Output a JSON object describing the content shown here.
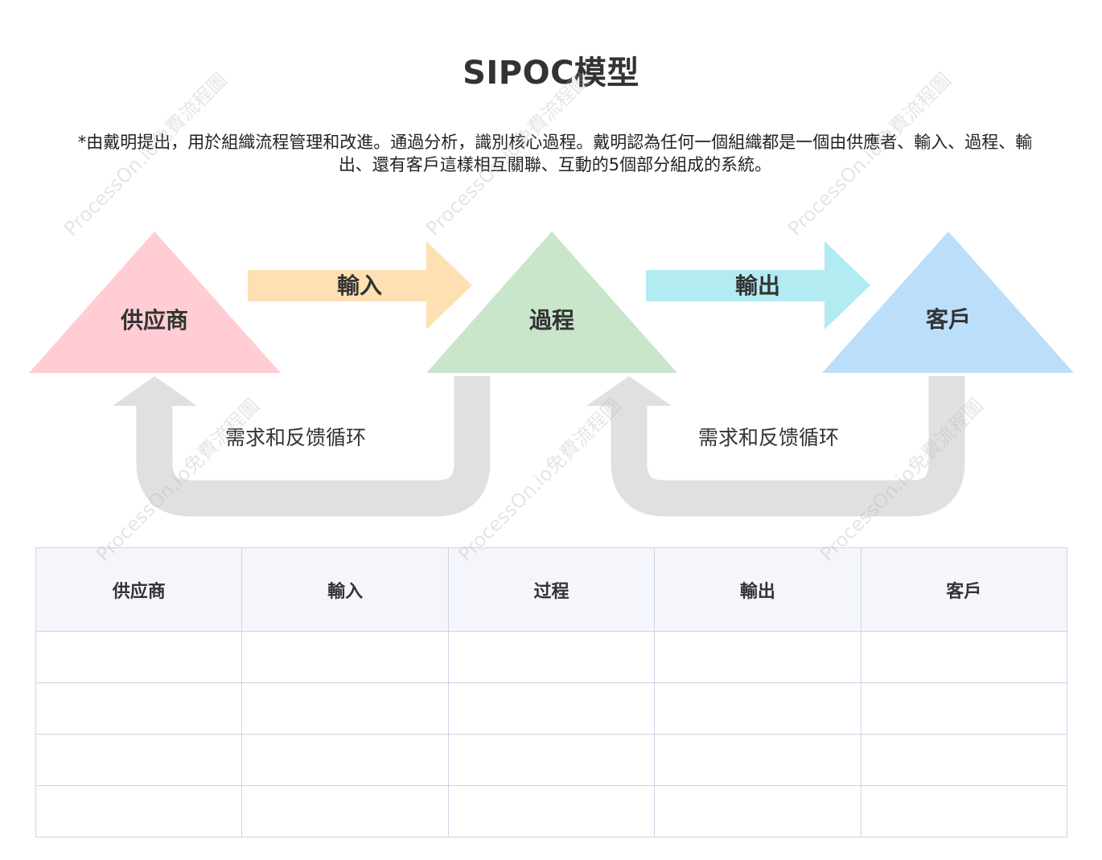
{
  "title": "SIPOC模型",
  "description": {
    "line1": "*由戴明提出，用於組織流程管理和改進。通過分析，識別核心過程。戴明認為任何一個組織都是一個由供應者、輸入、過程、輸",
    "line2": "出、還有客戶這樣相互關聯、互動的5個部分組成的系統。"
  },
  "diagram": {
    "nodes": [
      {
        "label": "供应商",
        "color": "#ffcdd3"
      },
      {
        "label": "過程",
        "color": "#c9e6cb"
      },
      {
        "label": "客戶",
        "color": "#bbdefb"
      }
    ],
    "arrows": [
      {
        "label": "輸入",
        "color": "#ffe0b3"
      },
      {
        "label": "輸出",
        "color": "#b2ebf2"
      }
    ],
    "loops": [
      {
        "label": "需求和反馈循环",
        "color": "#e0e0e0"
      },
      {
        "label": "需求和反馈循环",
        "color": "#e0e0e0"
      }
    ]
  },
  "table": {
    "headers": [
      "供应商",
      "輸入",
      "过程",
      "輸出",
      "客戶"
    ],
    "rows": [
      [
        "",
        "",
        "",
        "",
        ""
      ],
      [
        "",
        "",
        "",
        "",
        ""
      ],
      [
        "",
        "",
        "",
        "",
        ""
      ],
      [
        "",
        "",
        "",
        "",
        ""
      ]
    ]
  },
  "watermark": "ProcessOn.io免費流程圖"
}
